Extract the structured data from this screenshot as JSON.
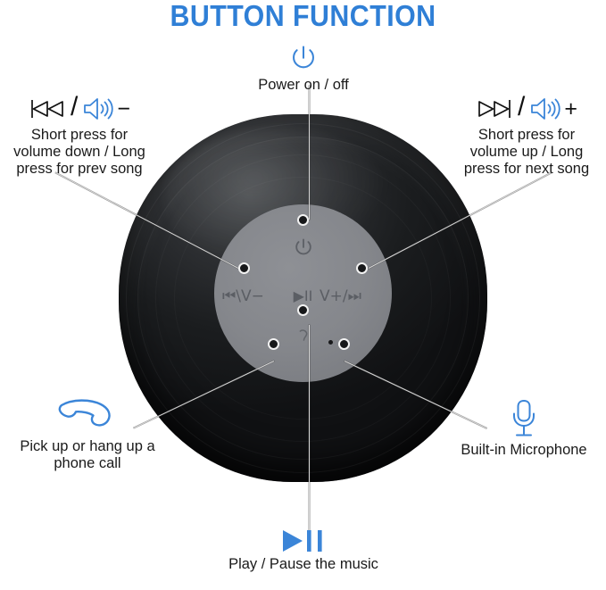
{
  "title": "BUTTON FUNCTION",
  "colors": {
    "accent_blue": "#2f7fd6",
    "icon_blue": "#3b85d8",
    "text_black": "#1a1a1a",
    "device_black": "#1b1d1f",
    "panel_gray": "#85878c",
    "background": "#ffffff"
  },
  "annotations": {
    "power": {
      "icon": "power-icon",
      "label": "Power on / off"
    },
    "volume_down": {
      "icons": [
        "previous-track-icon",
        "slash-separator",
        "speaker-icon",
        "minus-sign"
      ],
      "label_line1": "Short press for",
      "label_line2": "volume down / Long",
      "label_line3": "press for prev song"
    },
    "volume_up": {
      "icons": [
        "next-track-icon",
        "slash-separator",
        "speaker-icon",
        "plus-sign"
      ],
      "label_line1": "Short press for",
      "label_line2": "volume up / Long",
      "label_line3": "press for next song"
    },
    "phone_call": {
      "icon": "phone-handset-icon",
      "label_line1": "Pick up or hang up a",
      "label_line2": "phone call"
    },
    "microphone": {
      "icon": "microphone-icon",
      "label": "Built-in Microphone"
    },
    "play_pause": {
      "icon": "play-pause-icon",
      "label": "Play / Pause the music"
    }
  },
  "device": {
    "name": "bluetooth-speaker",
    "panel": {
      "power_glyph": "⏻",
      "phone_glyph": "☊",
      "label_prev": "⏮\\V−",
      "label_play": "▶II",
      "label_next": "V+/⏭"
    }
  }
}
